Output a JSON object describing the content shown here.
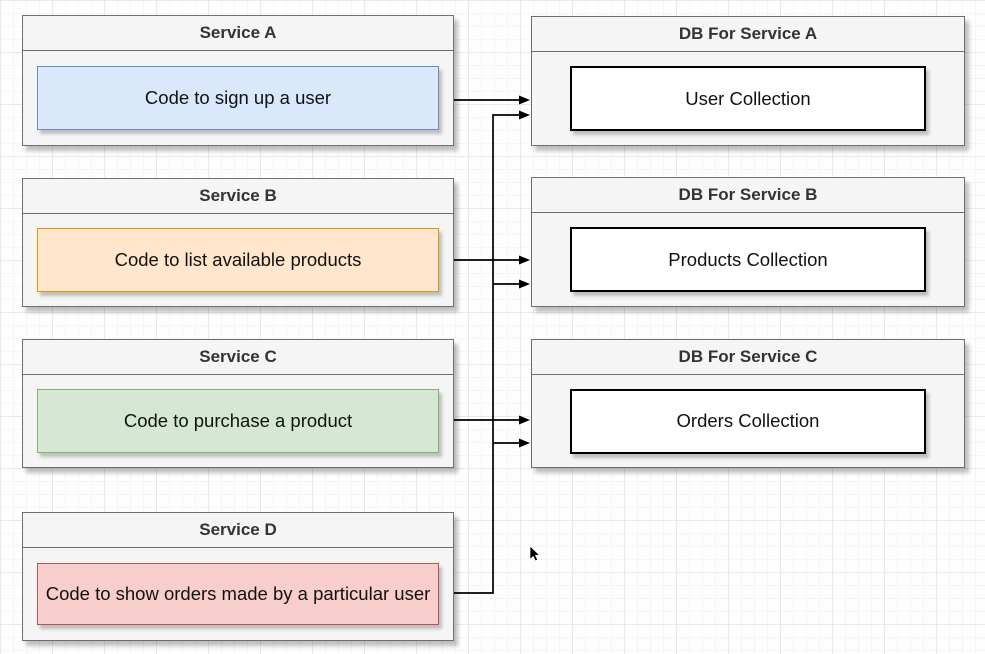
{
  "diagram": {
    "services": [
      {
        "id": "service-a",
        "title": "Service A",
        "code": "Code to sign up a user",
        "fill": "#dae8fc",
        "stroke": "#6c8ebf"
      },
      {
        "id": "service-b",
        "title": "Service B",
        "code": "Code to list available products",
        "fill": "#ffe6cc",
        "stroke": "#d79b00"
      },
      {
        "id": "service-c",
        "title": "Service C",
        "code": "Code to purchase a product",
        "fill": "#d5e8d4",
        "stroke": "#82b366"
      },
      {
        "id": "service-d",
        "title": "Service D",
        "code": "Code to show orders made by a particular user",
        "fill": "#f8cecc",
        "stroke": "#b85450"
      }
    ],
    "databases": [
      {
        "id": "db-a",
        "title": "DB For Service A",
        "collection": "User Collection",
        "fill": "#ffffff",
        "stroke": "#000000"
      },
      {
        "id": "db-b",
        "title": "DB For Service B",
        "collection": "Products Collection",
        "fill": "#ffffff",
        "stroke": "#000000"
      },
      {
        "id": "db-c",
        "title": "DB For Service C",
        "collection": "Orders Collection",
        "fill": "#ffffff",
        "stroke": "#000000"
      }
    ],
    "edges": [
      {
        "from": "service-a",
        "to": "db-a"
      },
      {
        "from": "service-b",
        "to": "db-b"
      },
      {
        "from": "service-c",
        "to": "db-c"
      },
      {
        "from": "service-d",
        "to": "db-a"
      },
      {
        "from": "service-d",
        "to": "db-b"
      },
      {
        "from": "service-d",
        "to": "db-c"
      }
    ],
    "colors": {
      "node_fill": "#f5f5f5",
      "node_border": "#6e6e6e",
      "edge_stroke": "#000000",
      "header_text": "#333333",
      "body_text": "#111111"
    }
  }
}
